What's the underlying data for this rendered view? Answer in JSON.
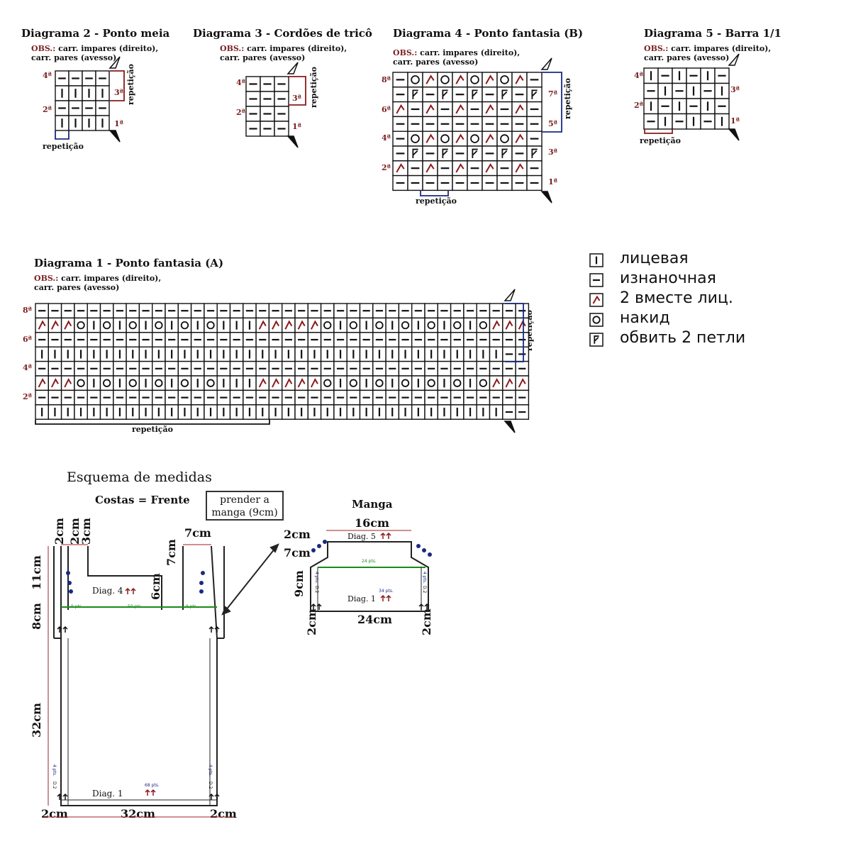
{
  "obs": {
    "label": "OBS.:",
    "line1": "carr. impares (direito),",
    "line2": "carr. pares (avesso)"
  },
  "repeat_label": "repetição",
  "colors": {
    "grid": "#111111",
    "row_number": "#7a1f1f",
    "repeat_box_red": "#8b1a1a",
    "repeat_box_blue": "#1a2a80",
    "decrease_symbol": "#8b1a1a",
    "green_line": "#1a8a1a",
    "dots": "#1a2a80"
  },
  "stitch_codes": {
    "i": "knit-icon",
    "p": "purl-icon",
    "k": "knit-2-together-icon",
    "o": "yarn-over-icon",
    "w": "wrap-2-stitches-icon"
  },
  "legend": [
    {
      "symbol": "i",
      "label": "лицевая"
    },
    {
      "symbol": "p",
      "label": "изнаночная"
    },
    {
      "symbol": "k",
      "label": "2 вместе лиц."
    },
    {
      "symbol": "o",
      "label": "накид"
    },
    {
      "symbol": "w",
      "label": "обвить 2 петли"
    }
  ],
  "diagrams": [
    {
      "id": "d2",
      "title": "Diagrama  2 - Ponto meia",
      "row_numbers": [
        "4ª",
        "3ª",
        "2ª",
        "1ª"
      ],
      "rows": [
        "pppp",
        "iiii",
        "pppp",
        "iiii"
      ]
    },
    {
      "id": "d3",
      "title": "Diagrama 3 - Cordões de tricô",
      "row_numbers": [
        "4ª",
        "3ª",
        "2ª",
        "1ª"
      ],
      "rows": [
        "ppp",
        "ppp",
        "ppp",
        "ppp"
      ]
    },
    {
      "id": "d4",
      "title": "Diagrama  4 - Ponto fantasia (B)",
      "row_numbers": [
        "8ª",
        "7ª",
        "6ª",
        "5ª",
        "4ª",
        "3ª",
        "2ª",
        "1ª"
      ],
      "rows": [
        "pokokokokp",
        "pwpwpwpwpw",
        "kpkpkpkpkp",
        "pppppppppp",
        "pokokokokp",
        "pwpwpwpwpw",
        "kpkpkpkpkp",
        "pppppppppp"
      ]
    },
    {
      "id": "d5",
      "title": "Diagrama 5 - Barra 1/1",
      "row_numbers": [
        "4ª",
        "3ª",
        "2ª",
        "1ª"
      ],
      "rows": [
        "ipipip",
        "pipipi",
        "ipipip",
        "pipipi"
      ]
    },
    {
      "id": "d1",
      "title": "Diagrama  1 - Ponto fantasia (A)",
      "row_numbers": [
        "8ª",
        "7ª",
        "6ª",
        "5ª",
        "4ª",
        "3ª",
        "2ª",
        "1ª"
      ],
      "rows": [
        "pppppppppppppppppppppppppppppppppppp",
        "kkkoioioioioioiiikkkkkoioioioioioiokkk",
        "pppppppppppppppppppppppppppppppppppp",
        "iiiiiiiiiiiiiiiiiiiiiiiiiiiiiiiiiiii",
        "pppppppppppppppppppppppppppppppppppp",
        "kkkoioioioioioiiikkkkkoioioioioioiokkk",
        "pppppppppppppppppppppppppppppppppppp",
        "iiiiiiiiiiiiiiiiiiiiiiiiiiiiiiiiiiii"
      ]
    }
  ],
  "schema": {
    "title": "Esquema de medidas",
    "body_label": "Costas = Frente",
    "note_line1": "prender a",
    "note_line2": "manga (9cm)",
    "sleeve_label": "Manga",
    "body": {
      "diag4": "Diag. 4",
      "diag1": "Diag. 1",
      "pts_bottom": "68 pts.",
      "pts_yoke": "50 pts.",
      "pts_side": "9 pts.",
      "d2": "D.2",
      "d2_pts": "4 pts.",
      "m_2cm_a": "2cm",
      "m_2cm_b": "2cm",
      "m_3cm": "3cm",
      "m_7cm_top": "7cm",
      "m_7cm_neck": "7cm",
      "m_6cm": "6cm",
      "m_11cm": "11cm",
      "m_8cm": "8cm",
      "m_32cm_v": "32cm",
      "m_2cm_bl": "2cm",
      "m_32cm_h": "32cm",
      "m_2cm_br": "2cm"
    },
    "sleeve": {
      "top_width": "16cm",
      "diag5": "Diag. 5",
      "diag1": "Diag. 1",
      "pts_mid": "24 pts.",
      "pts_body": "34 pts.",
      "d2": "D.2",
      "d2_pts": "4 pts.",
      "m_2cm_top": "2cm",
      "m_7cm": "7cm",
      "m_9cm": "9cm",
      "m_2cm_left": "2cm",
      "bottom_width": "24cm",
      "m_2cm_right": "2cm"
    }
  }
}
